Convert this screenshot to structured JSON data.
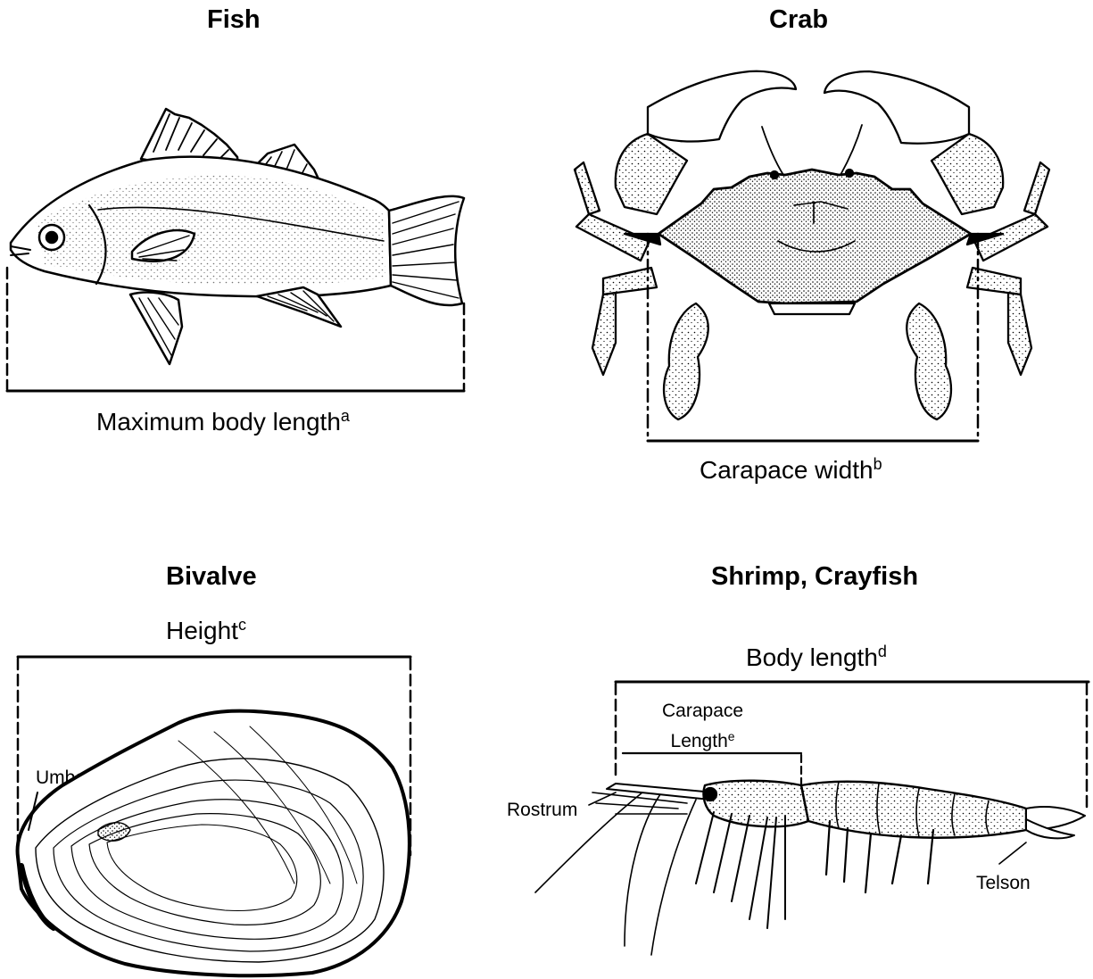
{
  "panels": {
    "fish": {
      "title": "Fish",
      "measure": "Maximum body length",
      "footnote": "a"
    },
    "crab": {
      "title": "Crab",
      "measure": "Carapace width",
      "footnote": "b"
    },
    "bivalve": {
      "title": "Bivalve",
      "measure": "Height",
      "footnote": "c",
      "label_umbo": "Umbo"
    },
    "shrimp": {
      "title": "Shrimp, Crayfish",
      "measure": "Body length",
      "footnote": "d",
      "carapace_line1": "Carapace",
      "carapace_line2": "Length",
      "carapace_footnote": "e",
      "label_rostrum": "Rostrum",
      "label_telson": "Telson"
    }
  },
  "colors": {
    "ink": "#000000",
    "background": "#ffffff"
  }
}
